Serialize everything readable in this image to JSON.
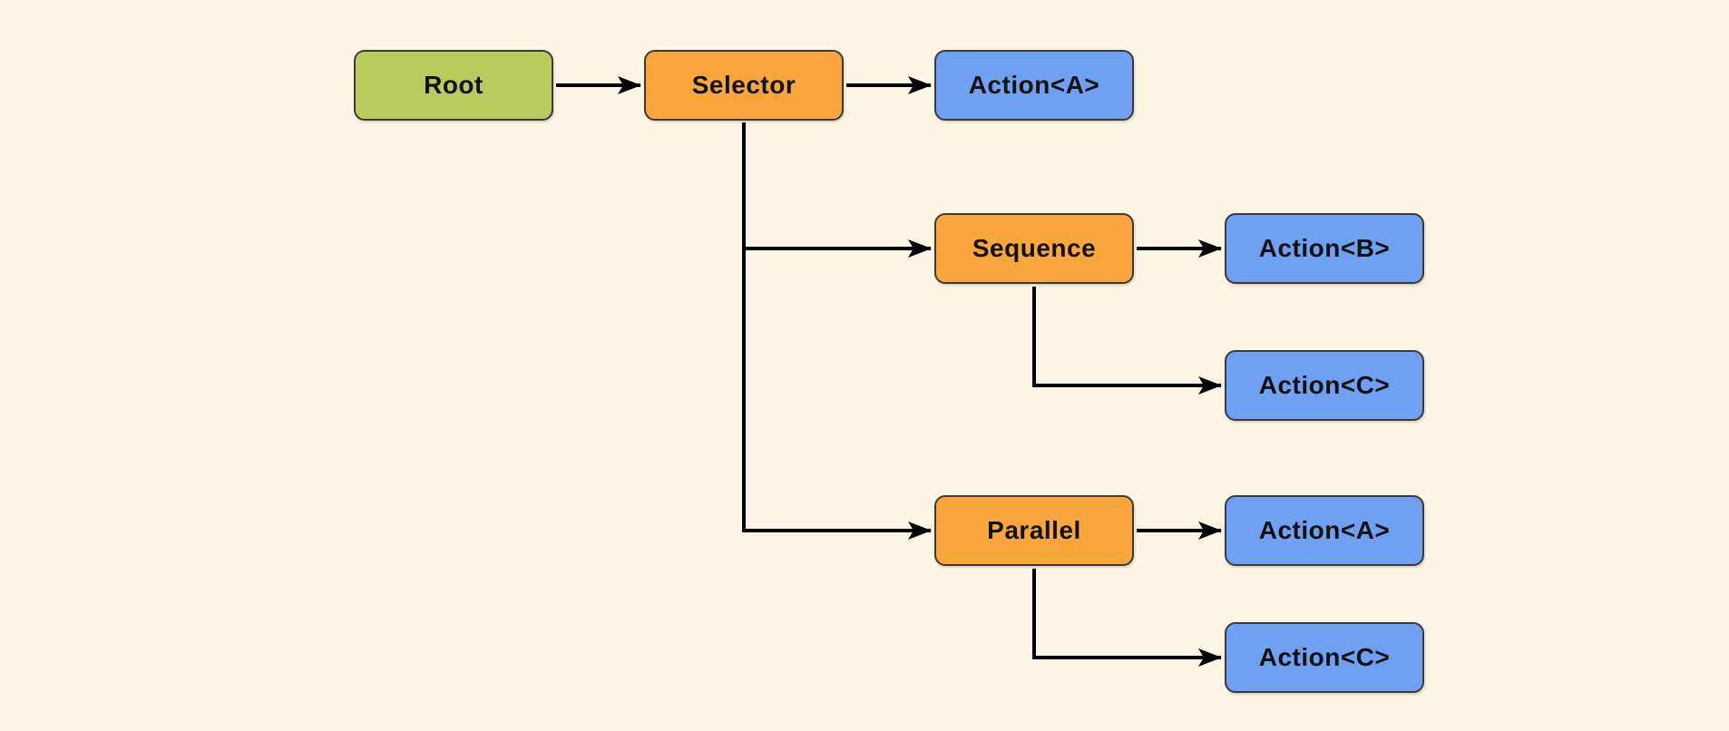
{
  "diagram": {
    "type": "behavior-tree-flowchart",
    "background_color": "#FDF5E3",
    "colors": {
      "root_node": "#BACB5E",
      "composite_node": "#F9A63C",
      "action_node": "#6FA0F2",
      "node_border": "#3A3A3A",
      "edge": "#000000"
    },
    "nodes": [
      {
        "id": "root",
        "label": "Root",
        "type": "root"
      },
      {
        "id": "selector",
        "label": "Selector",
        "type": "composite"
      },
      {
        "id": "action-a-1",
        "label": "Action<A>",
        "type": "action"
      },
      {
        "id": "sequence",
        "label": "Sequence",
        "type": "composite"
      },
      {
        "id": "action-b",
        "label": "Action<B>",
        "type": "action"
      },
      {
        "id": "action-c-1",
        "label": "Action<C>",
        "type": "action"
      },
      {
        "id": "parallel",
        "label": "Parallel",
        "type": "composite"
      },
      {
        "id": "action-a-2",
        "label": "Action<A>",
        "type": "action"
      },
      {
        "id": "action-c-2",
        "label": "Action<C>",
        "type": "action"
      }
    ],
    "edges": [
      {
        "from": "root",
        "to": "selector"
      },
      {
        "from": "selector",
        "to": "action-a-1"
      },
      {
        "from": "selector",
        "to": "sequence"
      },
      {
        "from": "selector",
        "to": "parallel"
      },
      {
        "from": "sequence",
        "to": "action-b"
      },
      {
        "from": "sequence",
        "to": "action-c-1"
      },
      {
        "from": "parallel",
        "to": "action-a-2"
      },
      {
        "from": "parallel",
        "to": "action-c-2"
      }
    ]
  }
}
